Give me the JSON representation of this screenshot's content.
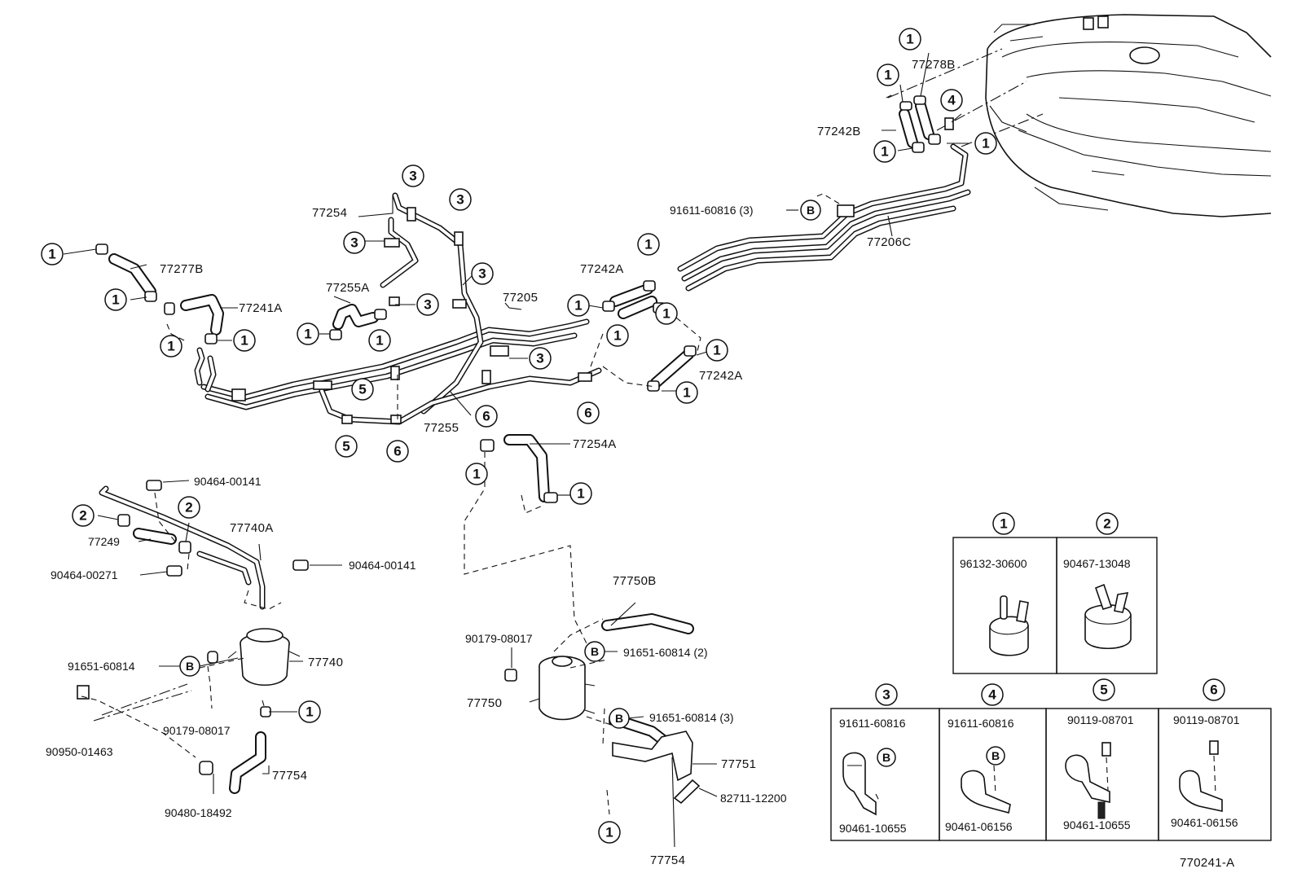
{
  "diagram_id": "770241-A",
  "clamp_keys": {
    "c1": "1",
    "c2": "2",
    "c3": "3",
    "c4": "4",
    "c5": "5",
    "c6": "6",
    "b": "B"
  },
  "labels": {
    "p77277B": "77277B",
    "p77241A": "77241A",
    "p77254": "77254",
    "p77255A": "77255A",
    "p77205": "77205",
    "p77255": "77255",
    "p77254A": "77254A",
    "p77242A_top": "77242A",
    "p77242A_right": "77242A",
    "p77278B": "77278B",
    "p77242B": "77242B",
    "p77206C": "77206C",
    "p91611_60816_3": "91611-60816 (3)",
    "p90464_00141_a": "90464-00141",
    "p90464_00141_b": "90464-00141",
    "p77740A": "77740A",
    "p77249": "77249",
    "p90464_00271": "90464-00271",
    "p91651_60814": "91651-60814",
    "p77740": "77740",
    "p90950_01463": "90950-01463",
    "p90179_08017_left": "90179-08017",
    "p77754_left": "77754",
    "p90480_18492": "90480-18492",
    "p77750B": "77750B",
    "p90179_08017_mid": "90179-08017",
    "p91651_60814_2": "91651-60814 (2)",
    "p77750": "77750",
    "p91651_60814_3": "91651-60814 (3)",
    "p77751": "77751",
    "p82711_12200": "82711-12200",
    "p77754_mid": "77754"
  },
  "legend": {
    "c1_part": "96132-30600",
    "c2_part": "90467-13048",
    "c3_top": "91611-60816",
    "c3_bottom": "90461-10655",
    "c4_top": "91611-60816",
    "c4_bottom": "90461-06156",
    "c5_top": "90119-08701",
    "c5_bottom": "90461-10655",
    "c6_top": "90119-08701",
    "c6_bottom": "90461-06156"
  }
}
